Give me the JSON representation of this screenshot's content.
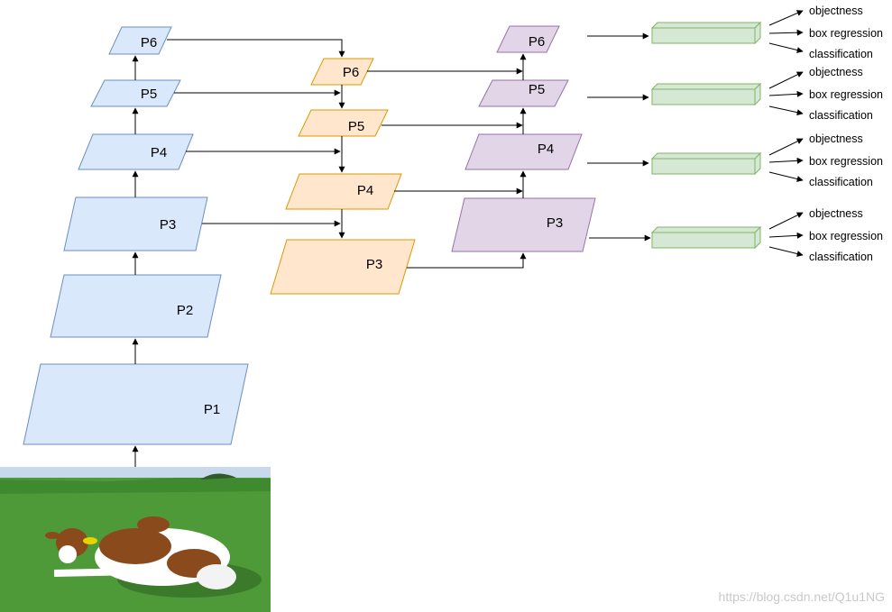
{
  "colors": {
    "backbone_fill": "#dae8fc",
    "backbone_stroke": "#6c8ebf",
    "topdown_fill": "#ffe6cc",
    "topdown_stroke": "#d79b00",
    "bottomup_fill": "#e1d5e7",
    "bottomup_stroke": "#9673a6",
    "head_fill": "#d5e8d4",
    "head_stroke": "#82b366",
    "arrow": "#000000"
  },
  "backbone": {
    "p1": "P1",
    "p2": "P2",
    "p3": "P3",
    "p4": "P4",
    "p5": "P5",
    "p6": "P6"
  },
  "topdown": {
    "p3": "P3",
    "p4": "P4",
    "p5": "P5",
    "p6": "P6"
  },
  "bottomup": {
    "p3": "P3",
    "p4": "P4",
    "p5": "P5",
    "p6": "P6"
  },
  "heads": [
    {
      "objectness": "objectness",
      "box_regression": "box regression",
      "classification": "classification"
    },
    {
      "objectness": "objectness",
      "box_regression": "box regression",
      "classification": "classification"
    },
    {
      "objectness": "objectness",
      "box_regression": "box regression",
      "classification": "classification"
    },
    {
      "objectness": "objectness",
      "box_regression": "box regression",
      "classification": "classification"
    }
  ],
  "input_image": "photo of a brown and white cow lying in a green field",
  "watermark": "https://blog.csdn.net/Q1u1NG"
}
